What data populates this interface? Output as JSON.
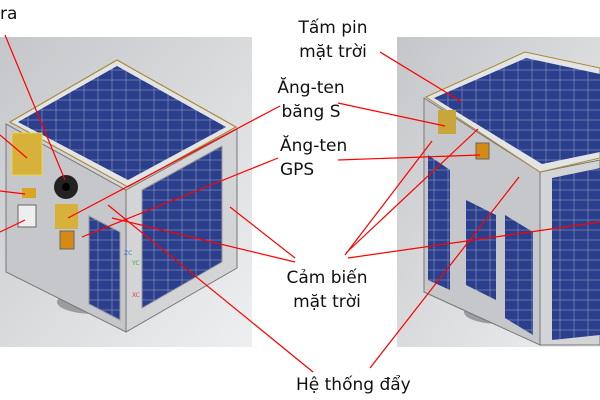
{
  "labels": {
    "camera": "ra",
    "solar_panel": [
      "Tấm pin",
      "mặt trời"
    ],
    "s_band_antenna": [
      "Ăng-ten",
      "băng S"
    ],
    "gps_antenna": [
      "Ăng-ten",
      "GPS"
    ],
    "sun_sensor": [
      "Cảm biến",
      "mặt trời"
    ],
    "propulsion": "Hệ thống đẩy"
  },
  "axes_labels": {
    "z": "ZC",
    "y": "YC",
    "x": "XC"
  },
  "colors": {
    "leader_line": "#ff0000",
    "solar_cell": "#2b3f8c",
    "body": "#c9cbce",
    "antenna": "#d8b13a",
    "background_panel": "#d4d6d8"
  }
}
